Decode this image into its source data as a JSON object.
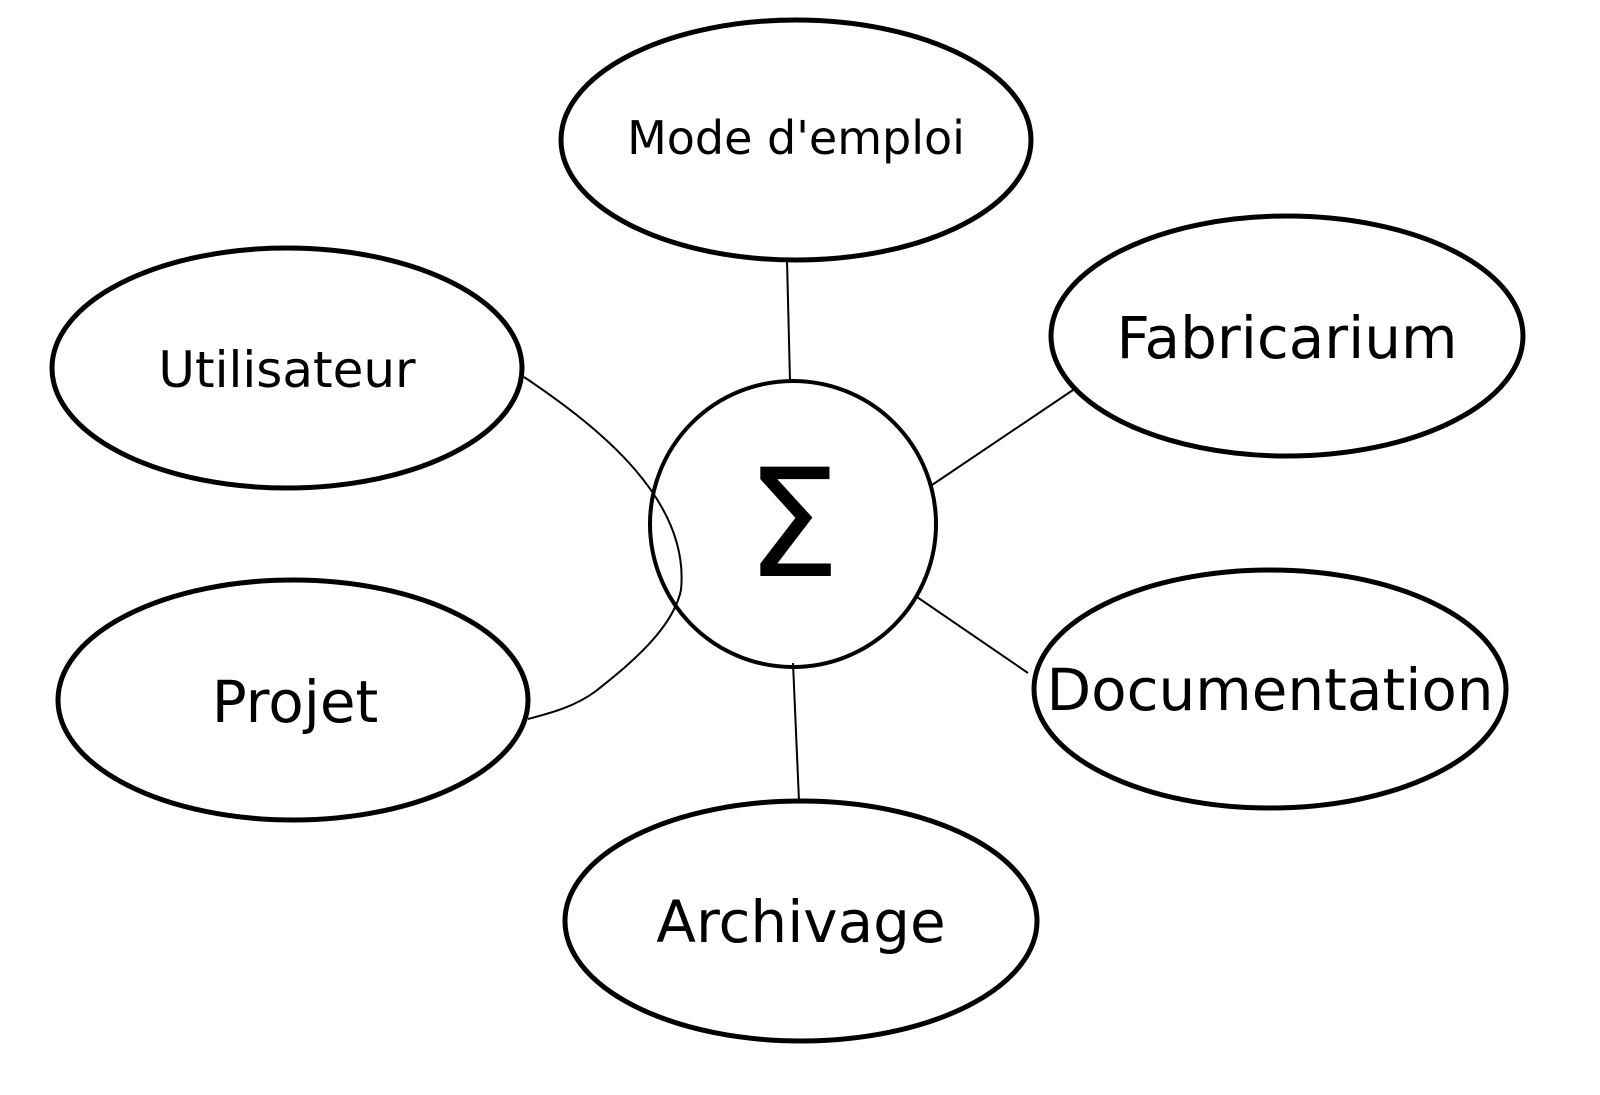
{
  "diagram": {
    "center": {
      "label": "Σ"
    },
    "nodes": [
      {
        "id": "mode",
        "label": "Mode d'emploi"
      },
      {
        "id": "fabricarium",
        "label": "Fabricarium"
      },
      {
        "id": "utilisateur",
        "label": "Utilisateur"
      },
      {
        "id": "projet",
        "label": "Projet"
      },
      {
        "id": "documentation",
        "label": "Documentation"
      },
      {
        "id": "archivage",
        "label": "Archivage"
      }
    ],
    "colors": {
      "stroke": "#000000",
      "background": "#ffffff"
    }
  }
}
